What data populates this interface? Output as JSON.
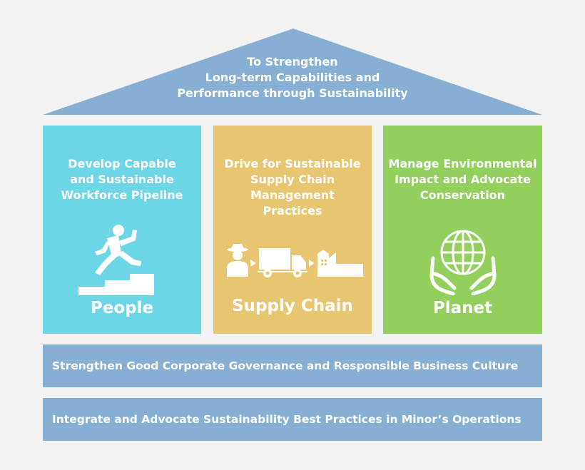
{
  "colors": {
    "roof": "#87aed3",
    "people": "#6dd6e6",
    "supply_chain": "#e8c570",
    "planet": "#93cf5d",
    "bands": "#87aed3",
    "text": "#ffffff",
    "background": "#f2f2f2"
  },
  "roof": {
    "lines": [
      "To Strengthen",
      "Long-term Capabilities and",
      "Performance through Sustainability"
    ]
  },
  "pillars": [
    {
      "title_lines": [
        "Develop Capable",
        "and Sustainable",
        "Workforce Pipeline"
      ],
      "label": "People",
      "icon": "person-climbing-stairs-icon"
    },
    {
      "title_lines": [
        "Drive for Sustainable",
        "Supply Chain",
        "Management",
        "Practices"
      ],
      "label": "Supply Chain",
      "icon": "farmer-truck-factory-icon"
    },
    {
      "title_lines": [
        "Manage Environmental",
        "Impact and Advocate",
        "Conservation"
      ],
      "label": "Planet",
      "icon": "globe-in-hands-icon"
    }
  ],
  "foundation": [
    "Strengthen Good Corporate Governance and Responsible Business Culture",
    "Integrate and Advocate Sustainability Best Practices in Minor’s Operations"
  ]
}
